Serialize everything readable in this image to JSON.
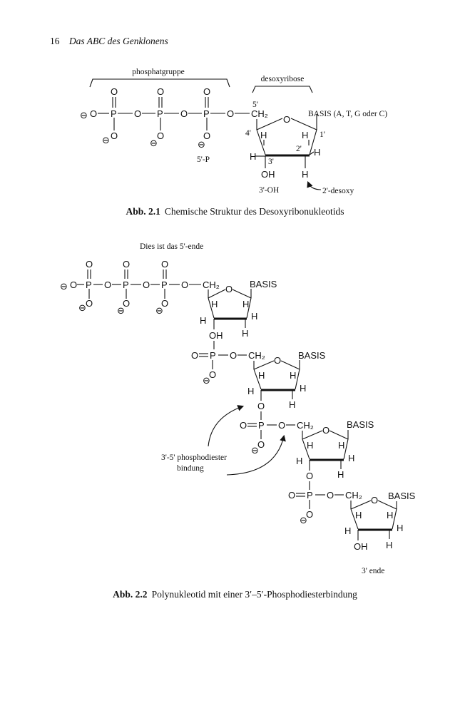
{
  "page": {
    "number": "16",
    "running_title": "Das ABC des Genklonens"
  },
  "fig1": {
    "brace_phosphate": "phosphatgruppe",
    "brace_sugar": "desoxyribose",
    "base": "BASIS (A, T, G oder C)",
    "label_5p": "5'-P",
    "label_3oh": "3'-OH",
    "label_2desoxy": "2'-desoxy",
    "pos_5": "5'",
    "pos_4": "4'",
    "pos_3": "3'",
    "pos_2": "2'",
    "pos_1": "1'",
    "caption_num": "Abb. 2.1",
    "caption_text": "Chemische Struktur des Desoxyribonukleotids"
  },
  "fig2": {
    "top_label": "Dies ist das 5'-ende",
    "base": "BASIS",
    "bond_label_1": "3'-5' phosphodiester",
    "bond_label_2": "bindung",
    "end_label": "3' ende",
    "caption_num": "Abb. 2.2",
    "caption_text": "Polynukleotid mit einer 3′–5′-Phosphodiesterbindung"
  },
  "atoms": {
    "O": "O",
    "P": "P",
    "H": "H",
    "OH": "OH",
    "CH2": "CH₂",
    "minus": "⊖"
  }
}
